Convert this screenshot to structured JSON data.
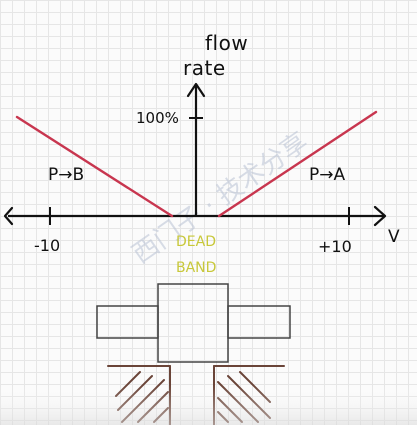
{
  "diagram": {
    "y_axis_label_line1": "flow",
    "y_axis_label_line2": "rate",
    "y_tick_label": "100%",
    "x_axis_label": "V",
    "x_tick_left": "-10",
    "x_tick_right": "+10",
    "left_region_label": "P→B",
    "right_region_label": "P→A",
    "dead_band_line1": "DEAD",
    "dead_band_line2": "BAND",
    "watermark_text": "西门子 · 技术分享",
    "colors": {
      "ink": "#111111",
      "flow_line": "#c8364f",
      "dead_band": "#c8c83a",
      "spool": "#444444",
      "hatch": "#6a4438",
      "watermark": "#b9c2d4"
    }
  }
}
